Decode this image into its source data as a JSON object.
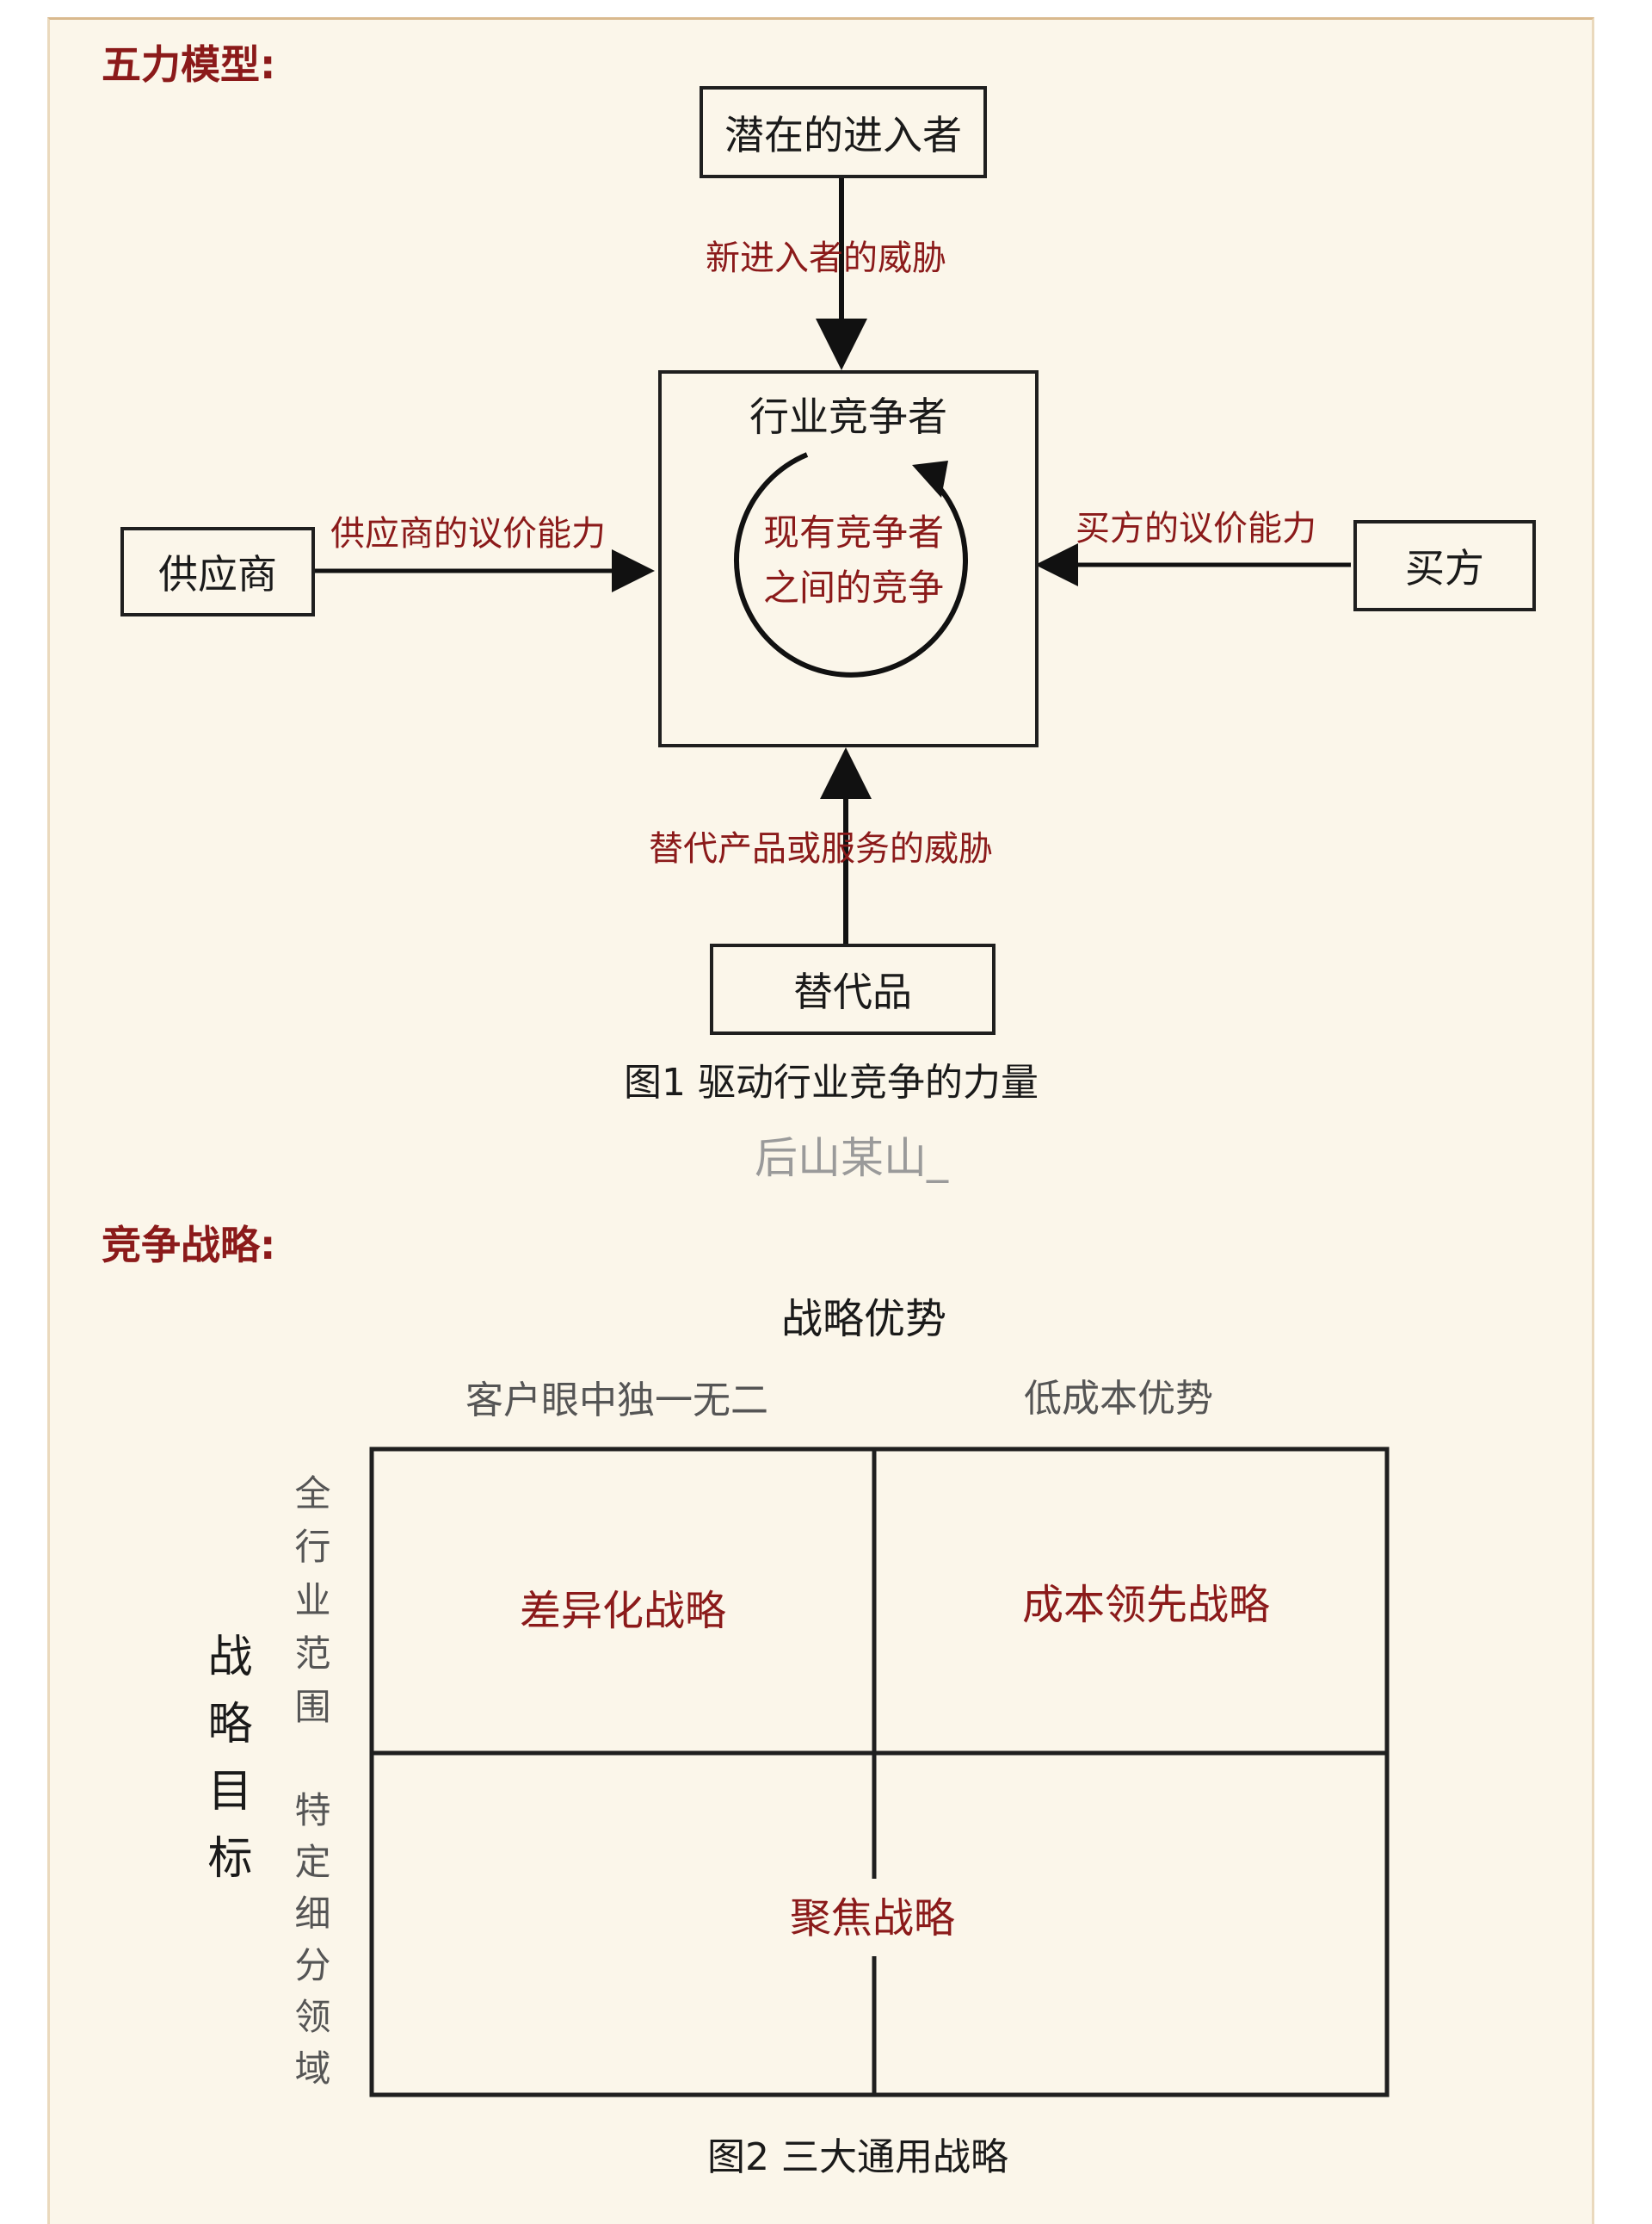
{
  "five_forces": {
    "section_title": "五力模型:",
    "entrants": "潜在的进入者",
    "industry": "行业竞争者",
    "rivalry_line1": "现有竞争者",
    "rivalry_line2": "之间的竞争",
    "supplier": "供应商",
    "buyer": "买方",
    "substitute": "替代品",
    "threat_new_entrants": "新进入者的威胁",
    "supplier_power": "供应商的议价能力",
    "buyer_power": "买方的议价能力",
    "threat_substitutes": "替代产品或服务的威胁",
    "caption": "图1 驱动行业竞争的力量"
  },
  "watermark": "后山某山_",
  "generic_strategies": {
    "section_title": "竞争战略:",
    "advantage_title": "战略优势",
    "col_unique": "客户眼中独一无二",
    "col_lowcost": "低成本优势",
    "target_title": "战略目标",
    "row_industry": "全行业范围",
    "row_segment": "特定细分领域",
    "differentiation": "差异化战略",
    "cost_leadership": "成本领先战略",
    "focus": "聚焦战略",
    "caption": "图2 三大通用战略"
  }
}
